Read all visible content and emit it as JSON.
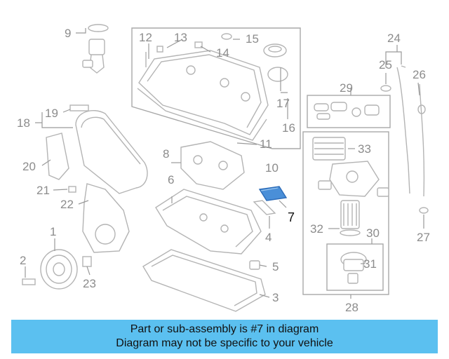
{
  "diagram": {
    "highlighted_part": "7",
    "callouts": [
      "1",
      "2",
      "3",
      "4",
      "5",
      "6",
      "7",
      "8",
      "9",
      "10",
      "11",
      "12",
      "13",
      "14",
      "15",
      "16",
      "17",
      "18",
      "19",
      "20",
      "21",
      "22",
      "23",
      "24",
      "25",
      "26",
      "27",
      "28",
      "29",
      "30",
      "31",
      "32",
      "33"
    ],
    "colors": {
      "highlight": "#4a8fd8",
      "line_art": "#b4b4b4",
      "callout_text": "#8c8c8c",
      "banner": "#5bc0f0"
    }
  },
  "banner": {
    "line1": "Part or sub-assembly is #7 in diagram",
    "line2": "Diagram may not be specific to your vehicle"
  }
}
